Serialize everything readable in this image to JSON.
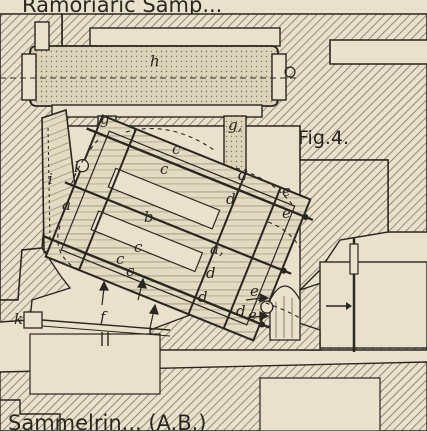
{
  "page": {
    "top_fragment": "Ramoriaric Samp...",
    "figure_label": "Fig.4.",
    "bottom_fragment": "Sammelrin... (A.B.)",
    "palette": {
      "paper": "#e9e1cc",
      "ink": "#2a2620",
      "hatch": "#6d6656"
    }
  },
  "labels": {
    "h": "h",
    "g": "g",
    "g1": "g,",
    "c_top1": "c",
    "c_top2": "c",
    "c_mid": "c",
    "c_bot1": "c",
    "c_bot2": "c",
    "l": "l",
    "i": "i",
    "a_left": "a",
    "a1": "a,",
    "b": "b",
    "d1": "d",
    "d2": "d",
    "d3": "d",
    "d4": "d",
    "d_top": "d",
    "e1": "e",
    "e2": "e",
    "e3": "e",
    "e4": "e",
    "k": "k",
    "f": "f"
  }
}
